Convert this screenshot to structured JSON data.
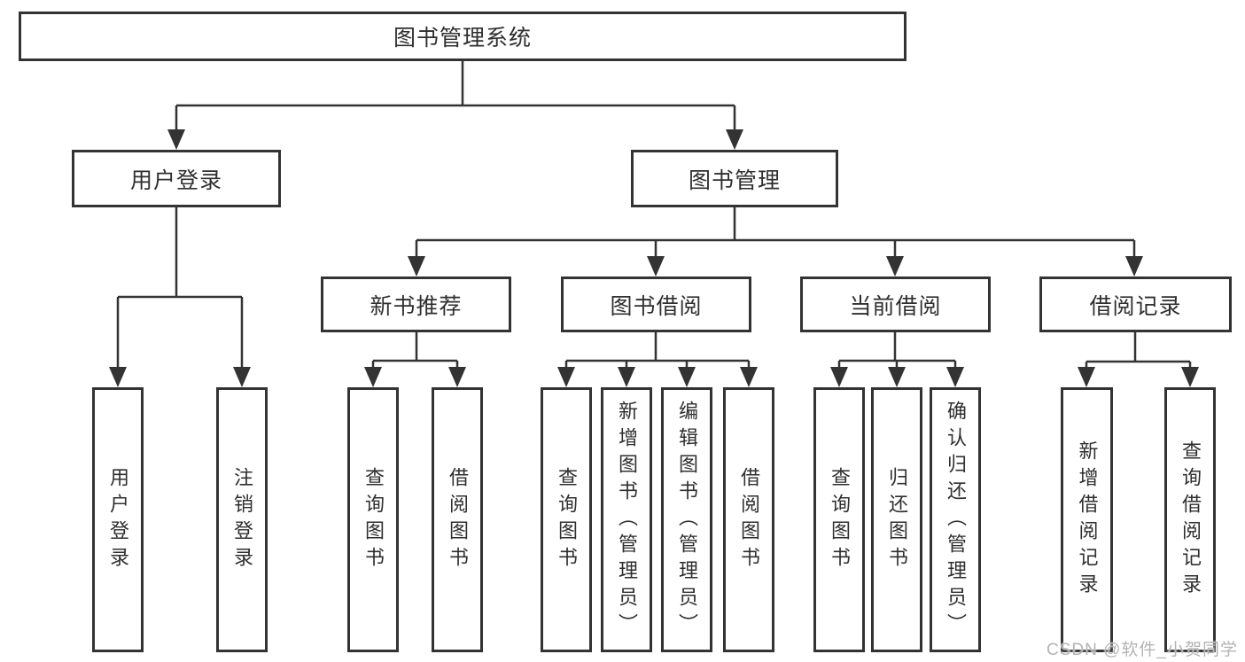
{
  "tree": {
    "root": {
      "label": "图书管理系统",
      "children": [
        {
          "label": "用户登录",
          "children": [
            {
              "label": "用户登录"
            },
            {
              "label": "注销登录"
            }
          ]
        },
        {
          "label": "图书管理",
          "children": [
            {
              "label": "新书推荐",
              "children": [
                {
                  "label": "查询图书"
                },
                {
                  "label": "借阅图书"
                }
              ]
            },
            {
              "label": "图书借阅",
              "children": [
                {
                  "label": "查询图书"
                },
                {
                  "label": "新增图书（管理员）"
                },
                {
                  "label": "编辑图书（管理员）"
                },
                {
                  "label": "借阅图书"
                }
              ]
            },
            {
              "label": "当前借阅",
              "children": [
                {
                  "label": "查询图书"
                },
                {
                  "label": "归还图书"
                },
                {
                  "label": "确认归还（管理员）"
                }
              ]
            },
            {
              "label": "借阅记录",
              "children": [
                {
                  "label": "新增借阅记录"
                },
                {
                  "label": "查询借阅记录"
                }
              ]
            }
          ]
        }
      ]
    }
  },
  "watermark": "CSDN @软件_小贺同学",
  "colors": {
    "line": "#333333",
    "text": "#2f2f2f",
    "watermark": "#b3b3b3",
    "background": "#ffffff"
  }
}
